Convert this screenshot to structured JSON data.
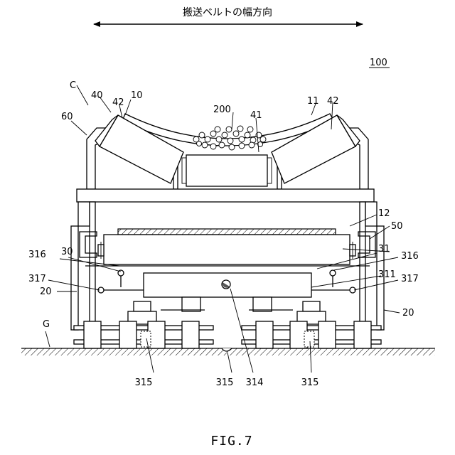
{
  "direction_label": "搬送ベルトの幅方向",
  "figure_caption": "FIG.7",
  "labels": {
    "l100": "100",
    "lC": "C",
    "l40": "40",
    "l42a": "42",
    "l10": "10",
    "l60": "60",
    "l200": "200",
    "l41": "41",
    "l11": "11",
    "l42b": "42",
    "l12": "12",
    "l50": "50",
    "l316a": "316",
    "l30": "30",
    "l31": "31",
    "l316b": "316",
    "l317a": "317",
    "l20a": "20",
    "l311": "311",
    "l317b": "317",
    "l20b": "20",
    "lG": "G",
    "l315a": "315",
    "l315b": "315",
    "l314": "314",
    "l315c": "315"
  }
}
